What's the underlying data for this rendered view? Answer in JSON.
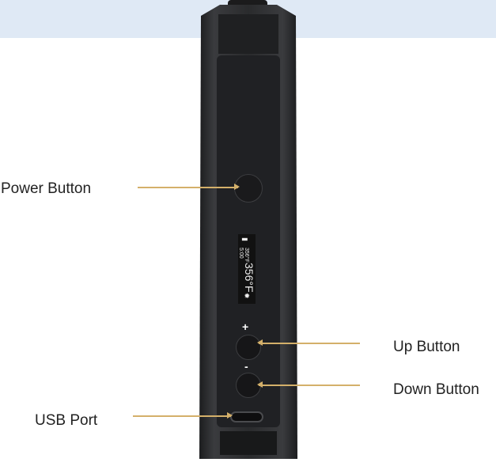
{
  "labels": {
    "power": "Power Button",
    "up": "Up Button",
    "down": "Down Button",
    "usb": "USB Port"
  },
  "display": {
    "temp_large": "356°F",
    "temp_small": "356°F",
    "timer": "5:00",
    "battery_icon": "battery-icon",
    "mode_icon": "heat-icon"
  },
  "buttons": {
    "plus": "+",
    "minus": "-"
  },
  "colors": {
    "band": "#dfe9f5",
    "arrow": "#d4b06a",
    "device": "#2b2c2e"
  }
}
